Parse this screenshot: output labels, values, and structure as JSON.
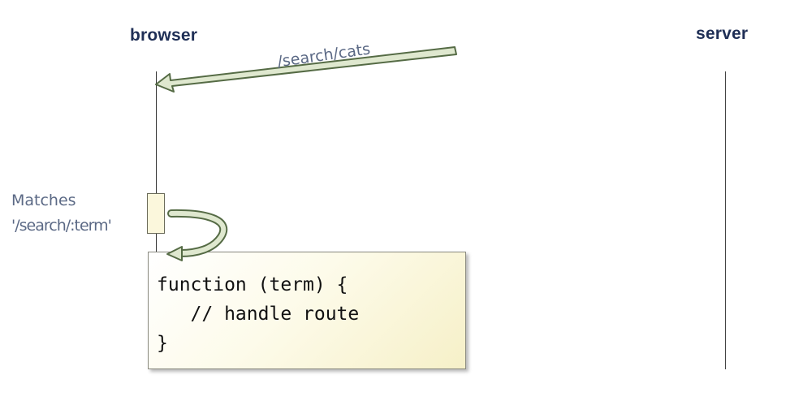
{
  "diagram": {
    "lanes": {
      "browser": "browser",
      "server": "server"
    },
    "message": {
      "label": "/search/cats"
    },
    "note": {
      "line1": "Matches",
      "line2": "'/search/:term'"
    },
    "code": {
      "line1": "function (term) {",
      "line2": "   // handle route",
      "line3": "}"
    },
    "colors": {
      "lane_title": "#1f2f56",
      "arrow_fill": "#dfe8cf",
      "arrow_stroke": "#556b45",
      "note_text": "#5b6985",
      "code_box_bg": "#fdfbea"
    }
  }
}
